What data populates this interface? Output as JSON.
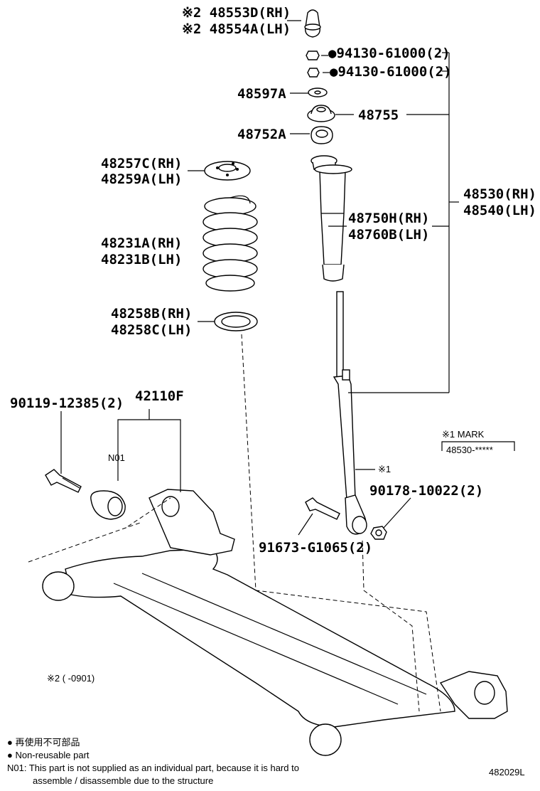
{
  "callouts": {
    "bump_stop_rh": "※2 48553D(RH)",
    "bump_stop_lh": "※2 48554A(LH)",
    "nut_upper": "●94130-61000(2)",
    "nut_lower": "●94130-61000(2)",
    "washer": "48597A",
    "mount_cushion": "48755",
    "mount_bracket": "48752A",
    "upper_seat_rh": "48257C(RH)",
    "upper_seat_lh": "48259A(LH)",
    "spring_rh": "48231A(RH)",
    "spring_lh": "48231B(LH)",
    "lower_seat_rh": "48258B(RH)",
    "lower_seat_lh": "48258C(LH)",
    "boot_rh": "48750H(RH)",
    "boot_lh": "48760B(LH)",
    "absorber_rh": "48530(RH)",
    "absorber_lh": "48540(LH)",
    "bolt_axle": "90119-12385(2)",
    "axle_beam": "42110F",
    "bushing_note": "N01",
    "mark_ref": "※1",
    "bolt_absorber": "91673-G1065(2)",
    "nut_absorber": "90178-10022(2)"
  },
  "mark_box": {
    "title": "※1  MARK",
    "value": "48530-*****"
  },
  "footnote_2": "※2 (     -0901)",
  "legend": {
    "jp": "● 再使用不可部品",
    "en": "● Non-reusable part",
    "n01_line1": "N01:  This  part is not supplied as an individual part, because it is hard to",
    "n01_line2": "assemble /  disassemble due to the structure"
  },
  "figure_id": "482029L"
}
